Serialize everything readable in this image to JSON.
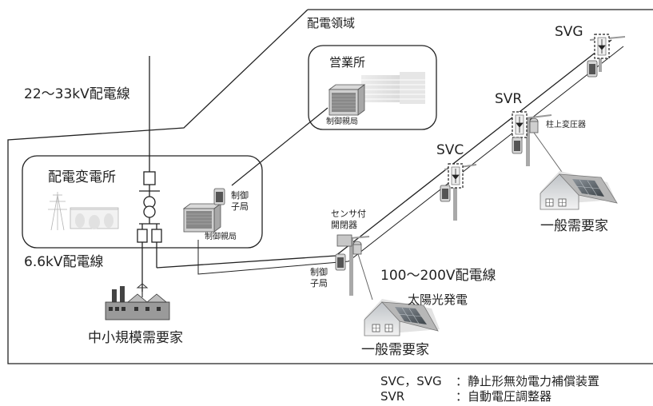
{
  "labels": {
    "distribution_area": "配電領域",
    "sales_office": "営業所",
    "control_master_office": "制御親局",
    "line_22_33kv": "22〜33kV配電線",
    "substation": "配電変電所",
    "control_master_sub": "制御親局",
    "control_slave_sub": "制御子局",
    "line_6_6kv": "6.6kV配電線",
    "small_medium_consumer": "中小規模需要家",
    "sensor_switch": "センサ付開閉器",
    "control_slave_switch": "制御子局",
    "line_100_200v": "100〜200V配電線",
    "solar_power": "太陽光発電",
    "general_consumer_1": "一般需要家",
    "general_consumer_2": "一般需要家",
    "svc": "SVC",
    "svr": "SVR",
    "svg": "SVG",
    "pole_transformer": "柱上変圧器"
  },
  "legend": {
    "row1_key": "SVC，SVG",
    "row1_sep": "：",
    "row1_value": "静止形無効電力補償装置",
    "row2_key": "SVR",
    "row2_sep": "：",
    "row2_value": "自動電圧調整器"
  }
}
